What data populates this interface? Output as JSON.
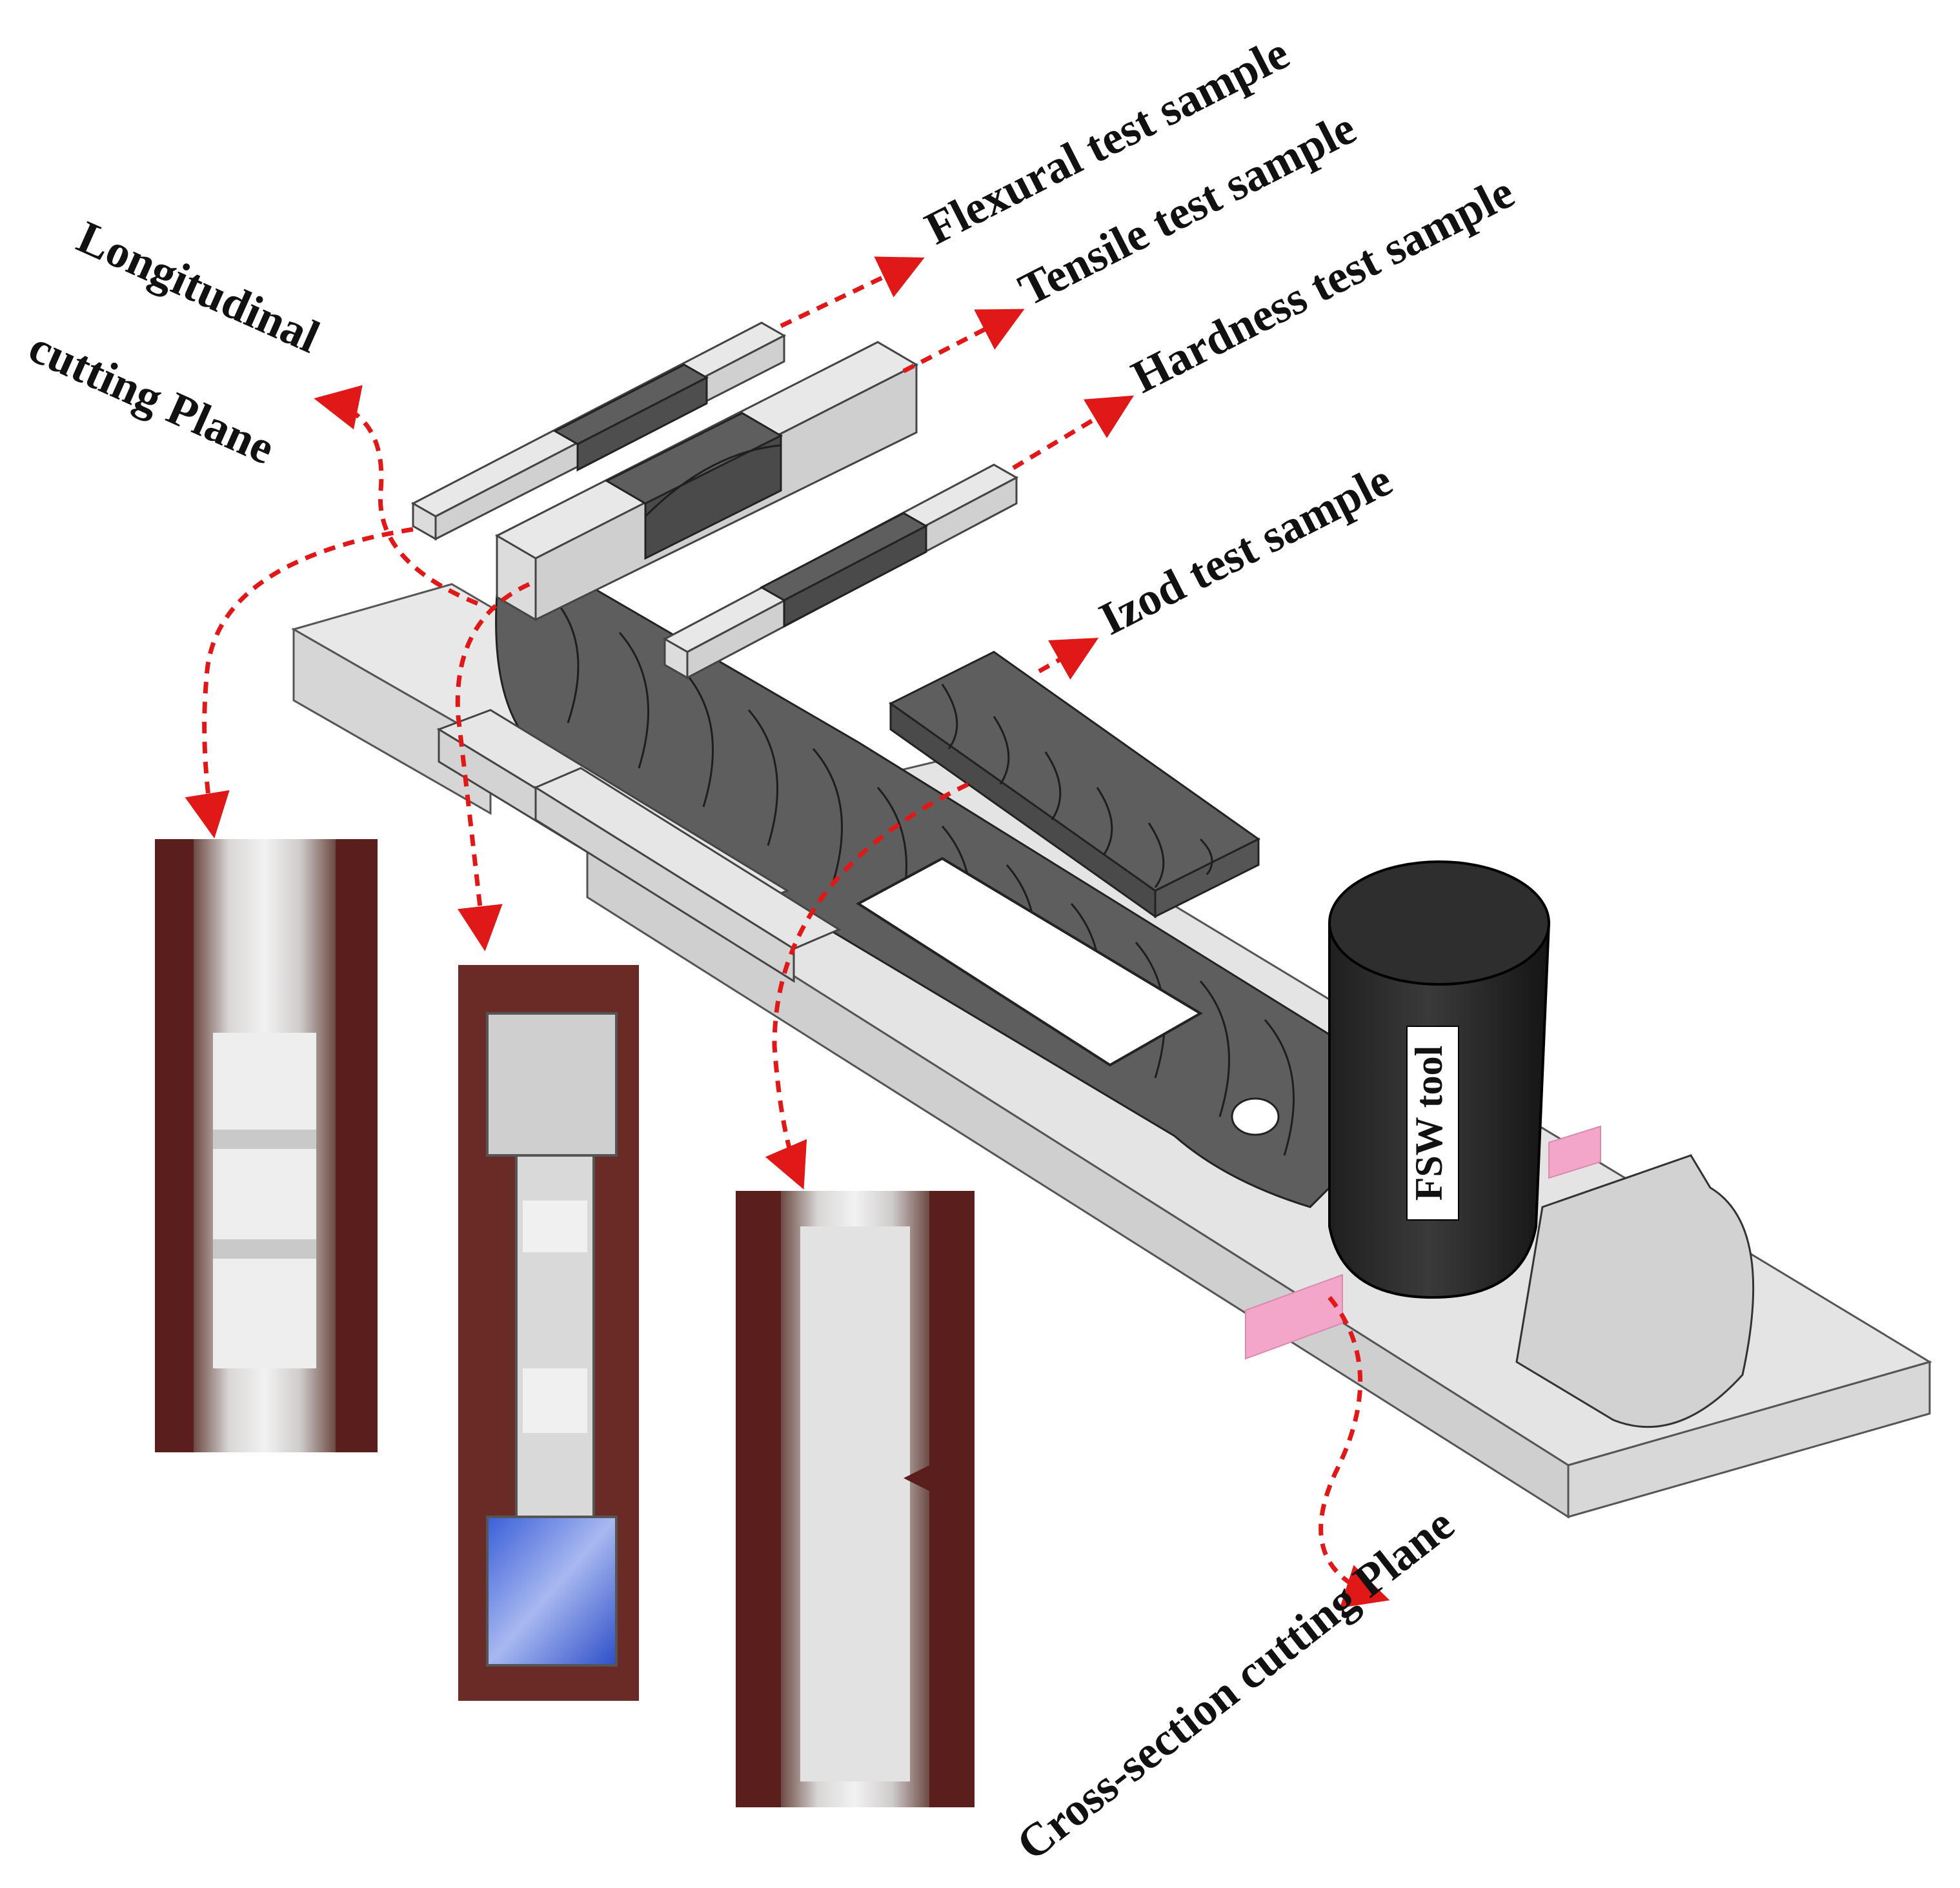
{
  "labels": {
    "flexural": "Flexural test sample",
    "tensile": "Tensile test sample",
    "hardness": "Hardness test sample",
    "izod": "Izod test sample",
    "longitudinal_line1": "Longitudinal",
    "longitudinal_line2": "cutting Plane",
    "cross_section": "Cross-section cutting Plane",
    "tool": "FSW tool"
  },
  "colors": {
    "arrow": "#e01818",
    "weld": "#5e5e5e",
    "plate": "#e0e0e0",
    "tool": "#2b2b2b",
    "cut_plane": "#f4a6c8",
    "photo_bg": "#5a1f1c"
  }
}
